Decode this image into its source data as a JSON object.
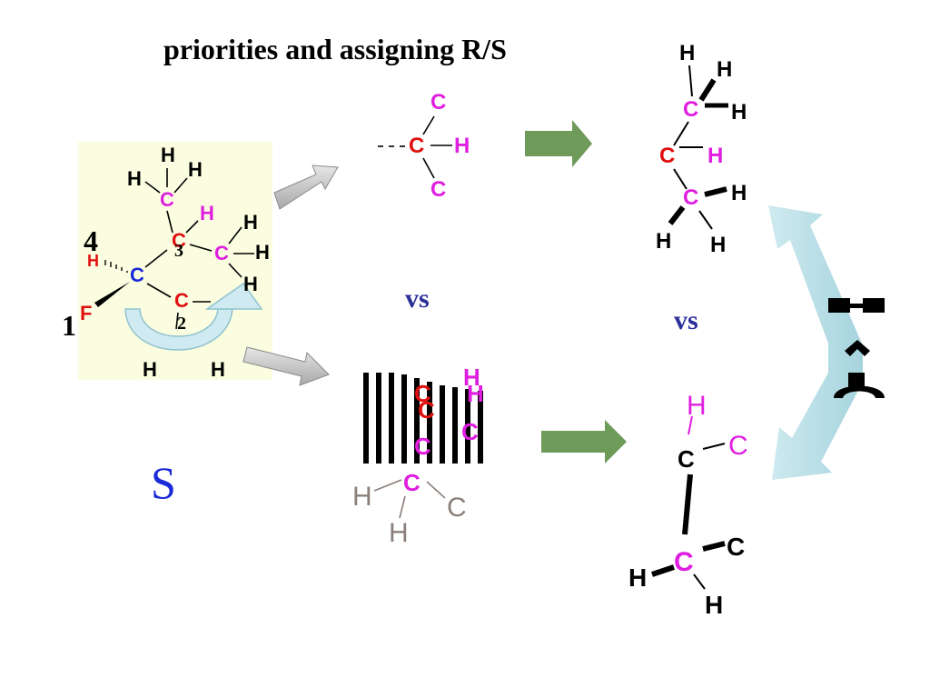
{
  "title": "priorities and assigning R/S",
  "vs_left": "vs",
  "vs_right": "vs",
  "result": "S",
  "rank_labels": {
    "r1": "1",
    "r2": "2",
    "r3": "3",
    "r4": "4"
  },
  "atoms": {
    "C": "C",
    "H": "H",
    "F": "F"
  },
  "colors": {
    "carbon_magenta": "#e01ee0",
    "carbon_red": "#e01010",
    "carbon_blue": "#1a2ad8",
    "fluorine_red": "#e01010",
    "hydrogen_black": "#000000",
    "gray_atom": "#8a7f7a",
    "panel_bg": "#fbfde0",
    "green_arrow": "#6e9a5a",
    "gray_arrow": "#bdbdbd",
    "teal_arrow": "#b7dfe6",
    "vs_color": "#2a2f9a",
    "s_color": "#1a2ad8"
  }
}
